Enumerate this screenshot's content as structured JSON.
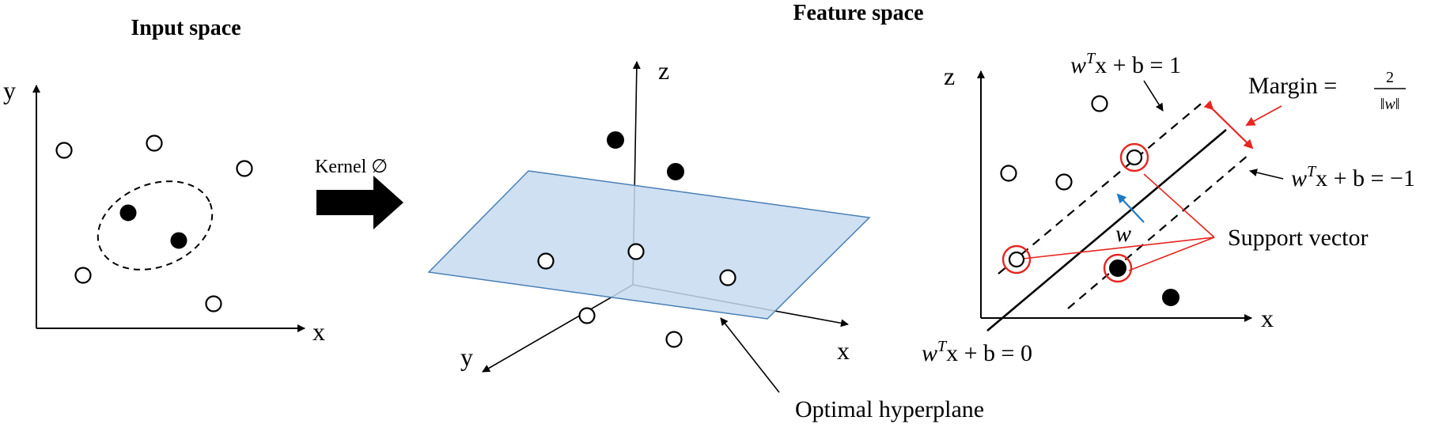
{
  "titles": {
    "input_space": "Input space",
    "feature_space": "Feature space"
  },
  "input_panel": {
    "axis_y": "y",
    "axis_x": "x"
  },
  "kernel": {
    "label": "Kernel ∅"
  },
  "feature_panel": {
    "axis_z": "z",
    "axis_x": "x",
    "axis_y": "y",
    "hyperplane_label": "Optimal hyperplane",
    "plane_color": "#c5dbf0",
    "plane_stroke": "#4a7fb5"
  },
  "svm_panel": {
    "axis_z": "z",
    "axis_x": "x",
    "eq_top_w": "w",
    "eq_top_T": "T",
    "eq_top_rest": "x + b = 1",
    "eq_right_w": "w",
    "eq_right_T": "T",
    "eq_right_rest": "x + b = −1",
    "eq_bottom_w": "w",
    "eq_bottom_T": "T",
    "eq_bottom_rest": "x + b = 0",
    "margin_label": "Margin =",
    "margin_numerator": "2",
    "margin_denominator": "‖w‖",
    "w_label": "w",
    "support_vector_label": "Support vector",
    "colors": {
      "support": "#e8251f",
      "margin_arrow": "#e8251f",
      "w_arrow": "#1f7ac4"
    }
  }
}
